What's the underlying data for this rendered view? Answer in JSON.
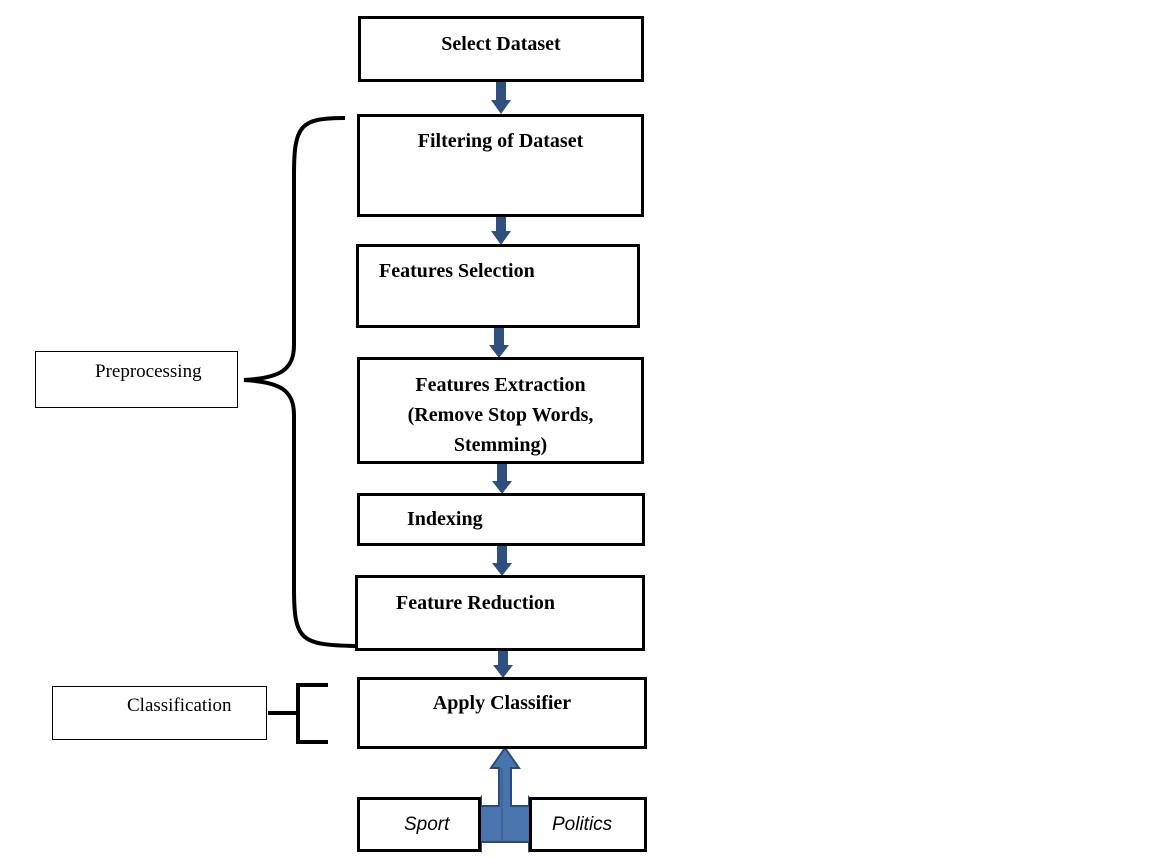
{
  "flow": {
    "select_dataset": "Select Dataset",
    "filtering": "Filtering of Dataset",
    "features_selection": "Features Selection",
    "features_extraction": [
      "Features Extraction",
      "(Remove Stop Words,",
      "Stemming)"
    ],
    "indexing": "Indexing",
    "feature_reduction": "Feature Reduction",
    "apply_classifier": "Apply Classifier"
  },
  "groups": {
    "preprocessing": "Preprocessing",
    "classification": "Classification"
  },
  "outputs": {
    "sport": "Sport",
    "politics": "Politics"
  },
  "colors": {
    "arrow": "#2f4f7f",
    "double_arrow_fill": "#4a74ad",
    "double_arrow_stroke": "#2b4a78"
  }
}
